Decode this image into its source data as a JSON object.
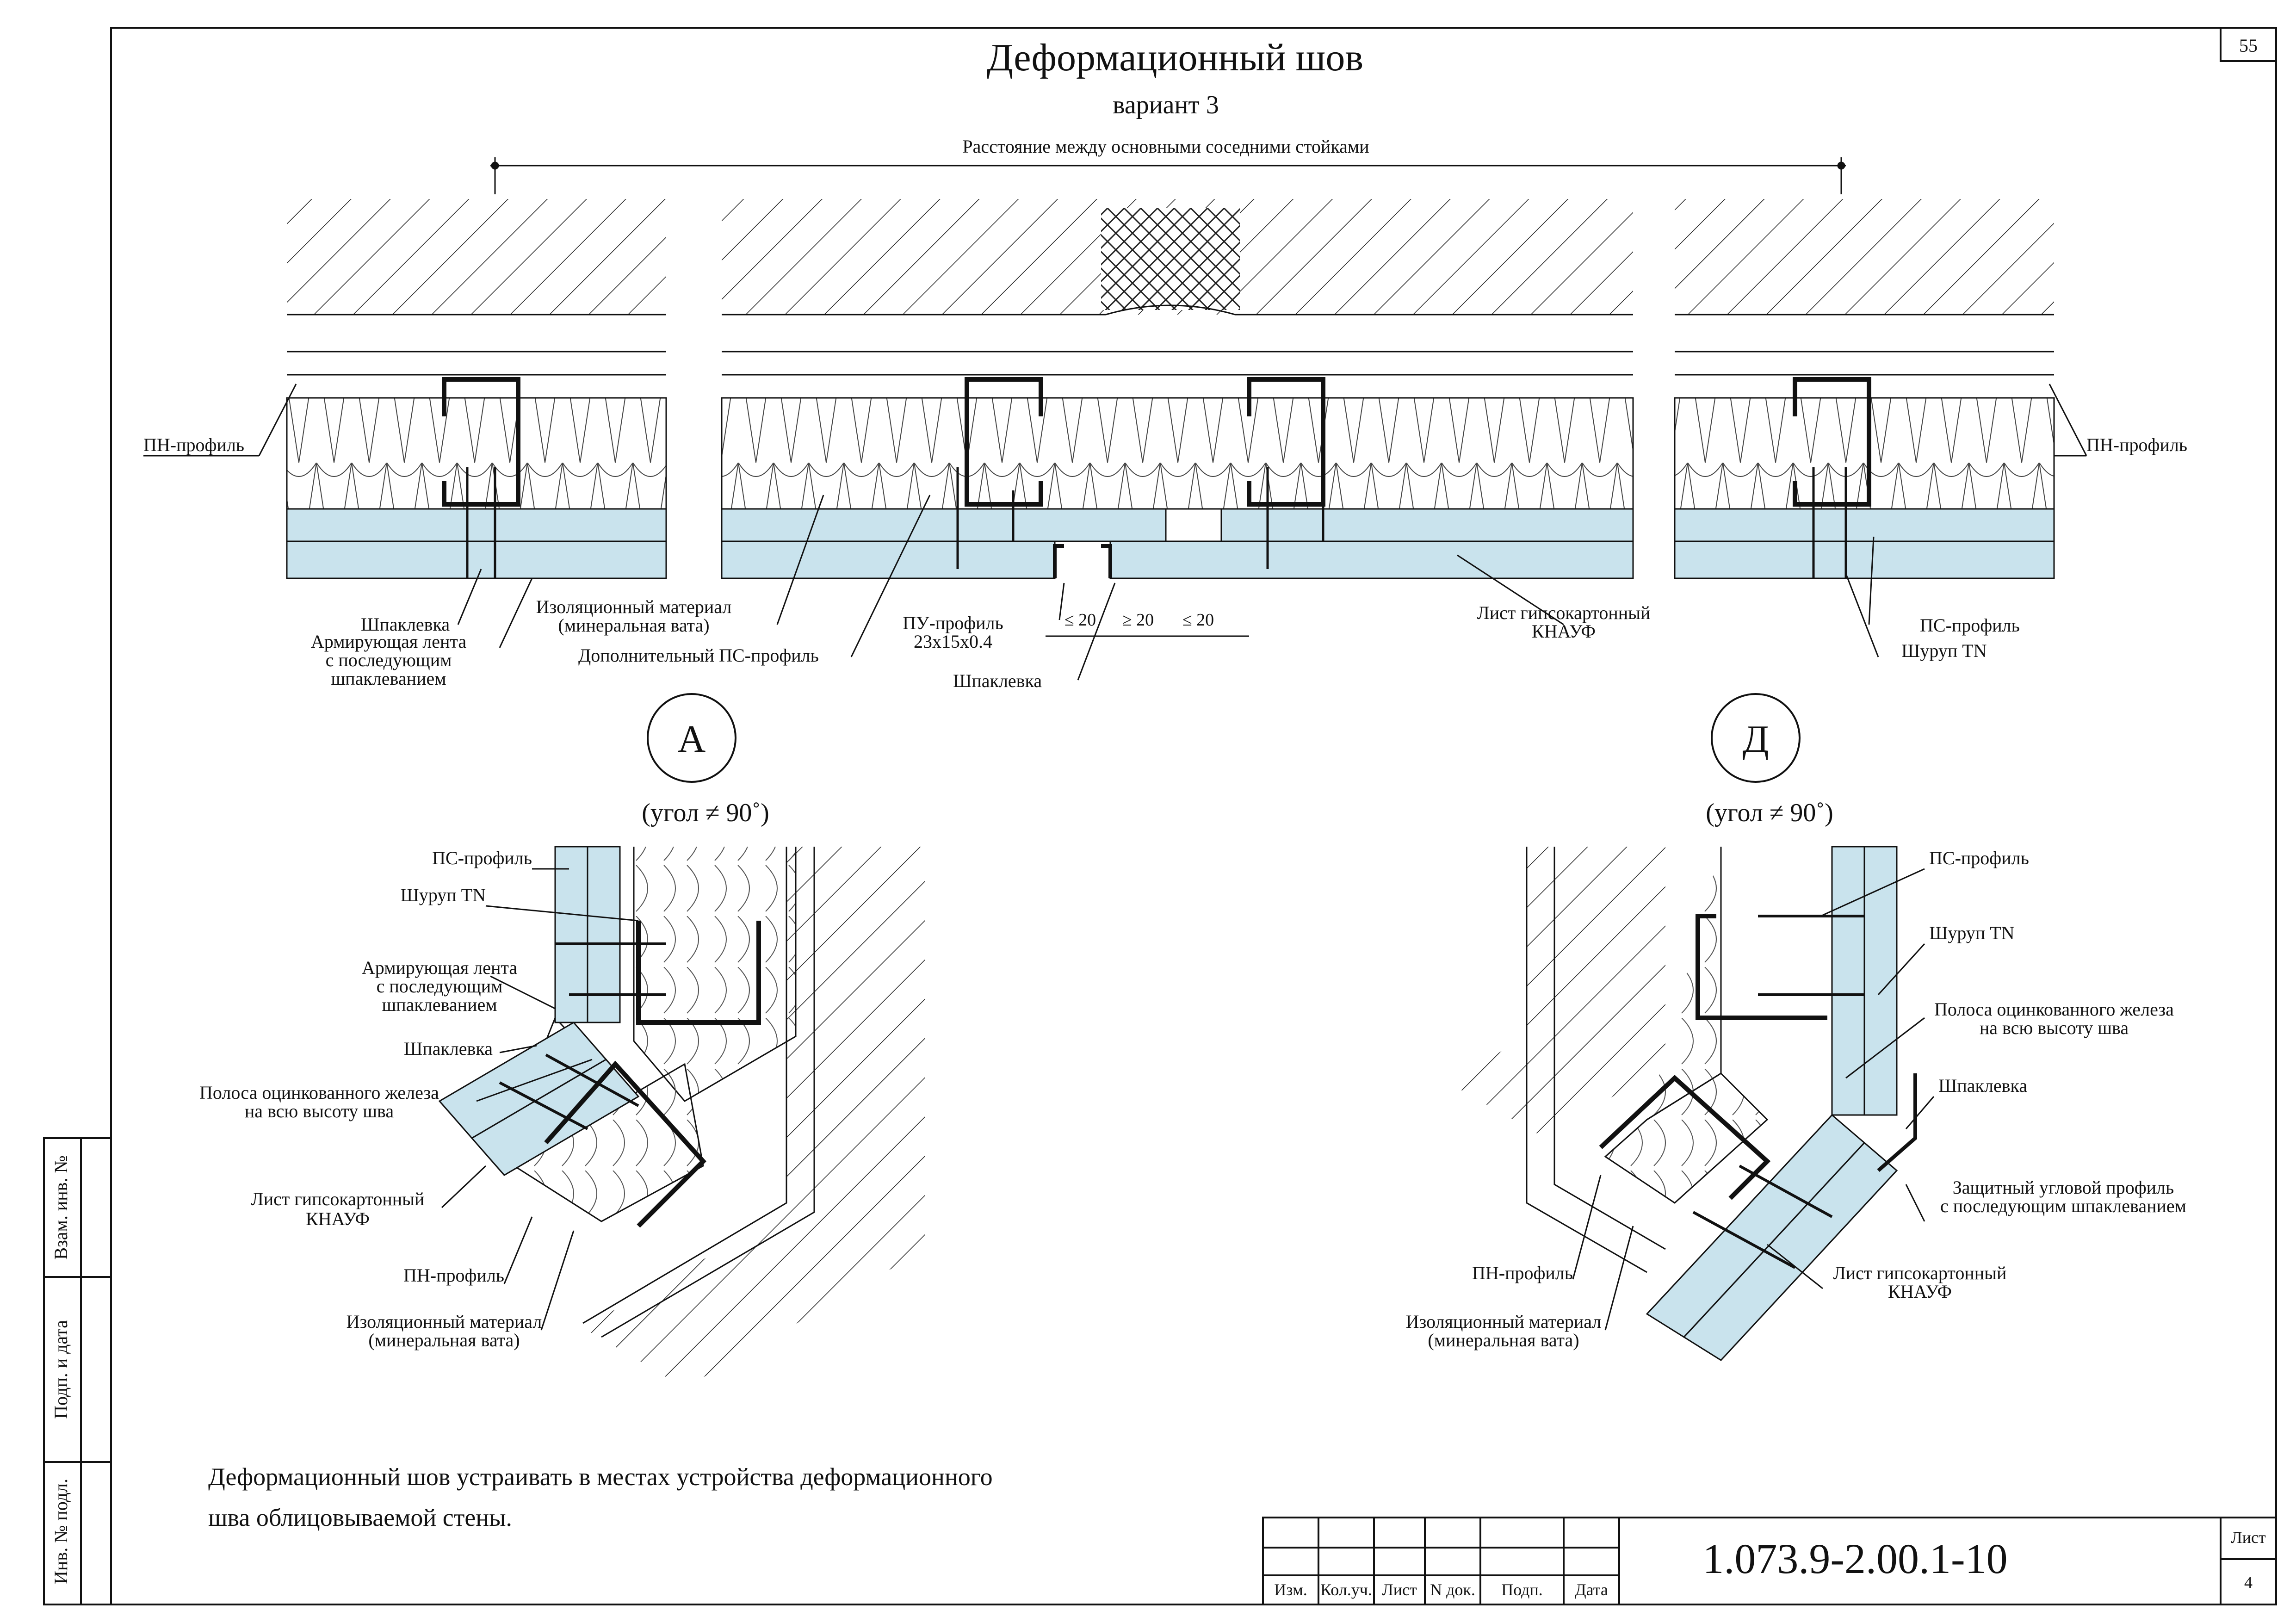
{
  "sheet_number_top": "55",
  "title": "Деформационный шов",
  "subtitle": "вариант 3",
  "top_dimension_label": "Расстояние между основными соседними стойками",
  "top_section": {
    "left_pn": "ПН-профиль",
    "right_pn": "ПН-профиль",
    "putty_left": "Шпаклевка",
    "tape": [
      "Армирующая лента",
      "с последующим",
      "шпаклеванием"
    ],
    "insulation": [
      "Изоляционный материал",
      "(минеральная вата)"
    ],
    "extra_ps": "Дополнительный ПС-профиль",
    "pu_profile": [
      "ПУ-профиль",
      "23х15х0.4"
    ],
    "putty_center": "Шпаклевка",
    "dims": [
      "≤ 20",
      "≥ 20",
      "≤ 20"
    ],
    "gkl": [
      "Лист гипсокартонный",
      "КНАУФ"
    ],
    "ps_profile": "ПС-профиль",
    "screw": "Шуруп TN"
  },
  "detail_a": {
    "letter": "А",
    "angle": "(угол ≠ 90˚)",
    "labels": {
      "ps": "ПС-профиль",
      "screw": "Шуруп TN",
      "tape": [
        "Армирующая лента",
        "с последующим",
        "шпаклеванием"
      ],
      "putty": "Шпаклевка",
      "strip": [
        "Полоса оцинкованного железа",
        "на всю высоту шва"
      ],
      "gkl": [
        "Лист гипсокартонный",
        "КНАУФ"
      ],
      "pn": "ПН-профиль",
      "insulation": [
        "Изоляционный материал",
        "(минеральная вата)"
      ]
    }
  },
  "detail_d": {
    "letter": "Д",
    "angle": "(угол ≠ 90˚)",
    "labels": {
      "ps": "ПС-профиль",
      "screw": "Шуруп TN",
      "strip": [
        "Полоса оцинкованного железа",
        "на всю высоту шва"
      ],
      "putty": "Шпаклевка",
      "corner": [
        "Защитный угловой профиль",
        "с последующим шпаклеванием"
      ],
      "gkl": [
        "Лист гипсокартонный",
        "КНАУФ"
      ],
      "pn": "ПН-профиль",
      "insulation": [
        "Изоляционный материал",
        "(минеральная вата)"
      ]
    }
  },
  "note": [
    "Деформационный шов устраивать в местах устройства деформационного",
    "шва облицовываемой стены."
  ],
  "side_stamp": [
    "Взам. инв. №",
    "Подп. и дата",
    "Инв. № подл."
  ],
  "title_block": {
    "code": "1.073.9-2.00.1-10",
    "headers": [
      "Изм.",
      "Кол.уч.",
      "Лист",
      "N док.",
      "Подп.",
      "Дата"
    ],
    "sheet_label": "Лист",
    "sheet_value": "4"
  },
  "colors": {
    "board": "#c9e3ed",
    "line": "#111111"
  }
}
